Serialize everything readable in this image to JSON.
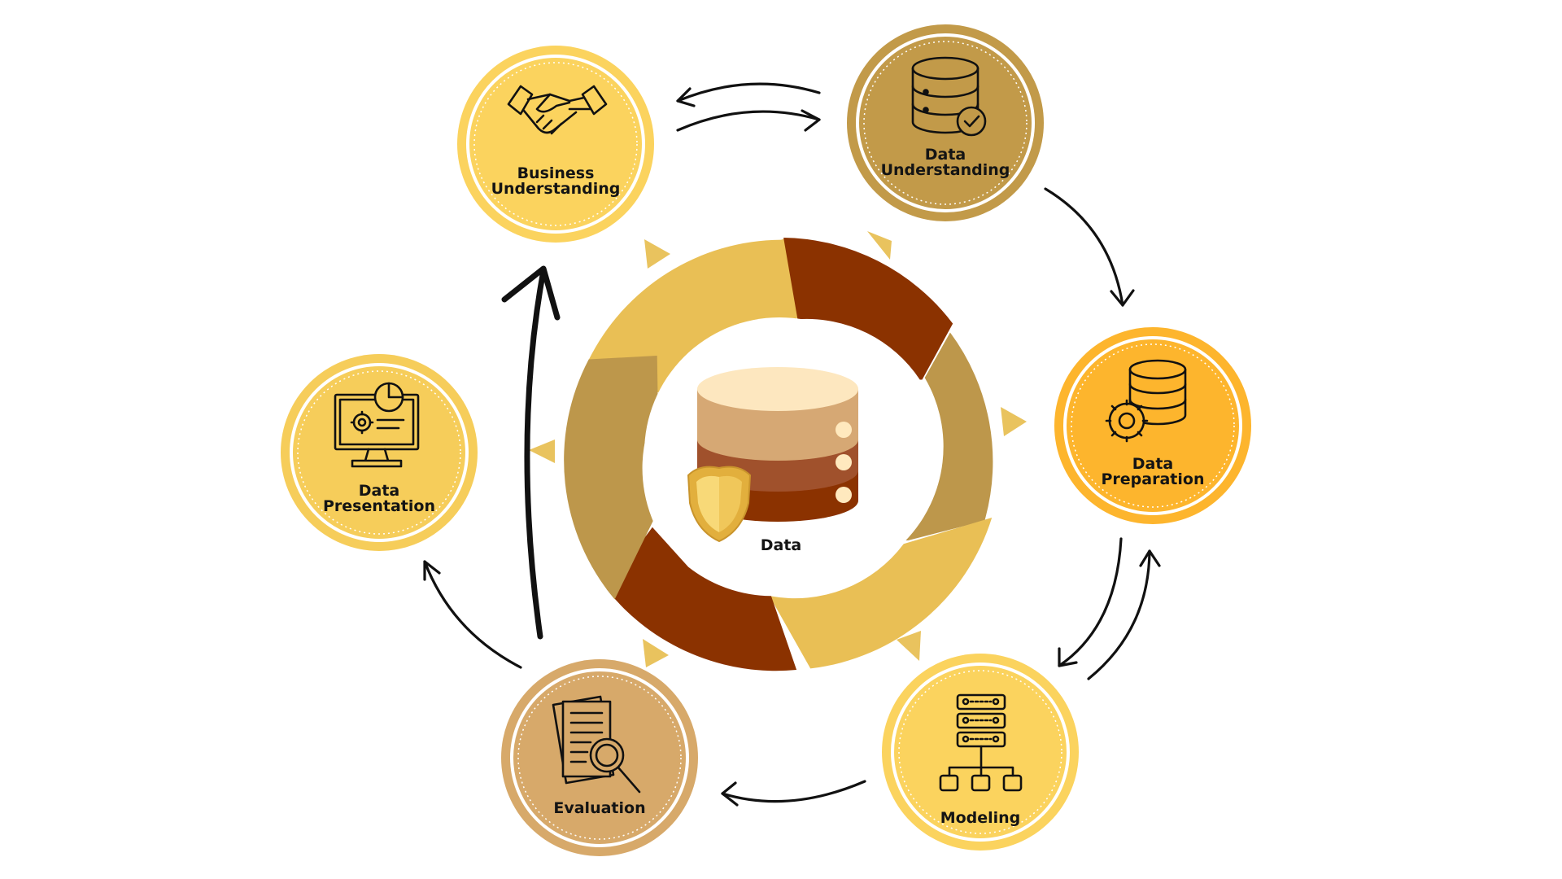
{
  "center": {
    "label": "Data",
    "icon": "database-shield-icon"
  },
  "nodes": [
    {
      "id": "business-understanding",
      "lines": [
        "Business",
        "Understanding"
      ],
      "icon": "handshake-icon",
      "fill": "#FBD35E"
    },
    {
      "id": "data-understanding",
      "lines": [
        "Data",
        "Understanding"
      ],
      "icon": "database-check-icon",
      "fill": "#C29A49"
    },
    {
      "id": "data-preparation",
      "lines": [
        "Data",
        "Preparation"
      ],
      "icon": "database-gear-icon",
      "fill": "#FDB52D"
    },
    {
      "id": "modeling",
      "lines": [
        "Modeling"
      ],
      "icon": "server-hierarchy-icon",
      "fill": "#FBD35E"
    },
    {
      "id": "evaluation",
      "lines": [
        "Evaluation"
      ],
      "icon": "document-search-icon",
      "fill": "#D7A96A"
    },
    {
      "id": "data-presentation",
      "lines": [
        "Data",
        "Presentation"
      ],
      "icon": "monitor-chart-icon",
      "fill": "#F6CD5A"
    }
  ],
  "colors": {
    "cycle_gold": "#E9BF55",
    "cycle_khaki": "#BD974B",
    "cycle_brown": "#8B3200",
    "pointer": "#E9C35E",
    "arrow": "#111111"
  }
}
